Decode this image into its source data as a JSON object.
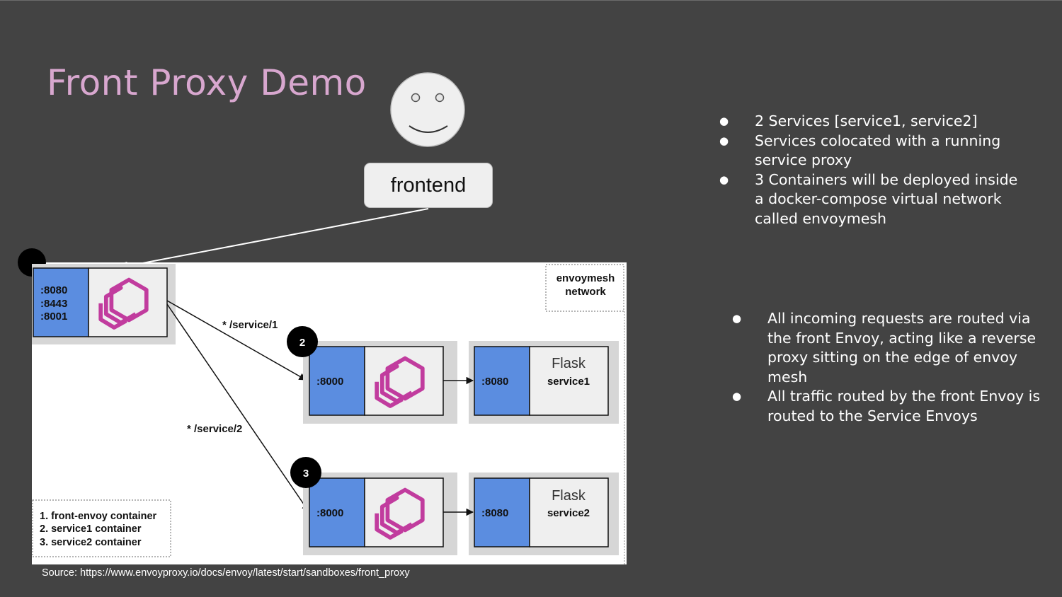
{
  "slide": {
    "title": "Front Proxy Demo",
    "source": "Source: https://www.envoyproxy.io/docs/envoy/latest/start/sandboxes/front_proxy"
  },
  "user": {
    "label": "frontend"
  },
  "bullets_top": [
    "2 Services [service1, service2]",
    "Services colocated with a running service proxy",
    "3 Containers will be deployed inside a docker-compose virtual network called envoymesh"
  ],
  "bullets_bottom": [
    "All incoming requests are routed via the front Envoy, acting like a reverse proxy sitting on the edge of envoy mesh",
    "All traffic routed by the front Envoy is routed to the Service Envoys"
  ],
  "diagram": {
    "network_label_line1": "envoymesh",
    "network_label_line2": "network",
    "front_ports": [
      ":8080",
      ":8443",
      ":8001"
    ],
    "route_1": "* /service/1",
    "route_2": "* /service/2",
    "node_2": "2",
    "node_3": "3",
    "service1_envoy_port": ":8000",
    "service1_app_port": ":8080",
    "service1_flask": "Flask",
    "service1_name": "service1",
    "service2_envoy_port": ":8000",
    "service2_app_port": ":8080",
    "service2_flask": "Flask",
    "service2_name": "service2",
    "legend": [
      "1. front-envoy container",
      "2. service1 container",
      "3. service2 container"
    ]
  },
  "colors": {
    "background": "#434343",
    "title": "#d8a7cf",
    "port_blue": "#5b8de0",
    "envoy_magenta": "#c13c9e"
  },
  "icons": [
    "smiley-face-icon",
    "envoy-logo-icon"
  ]
}
